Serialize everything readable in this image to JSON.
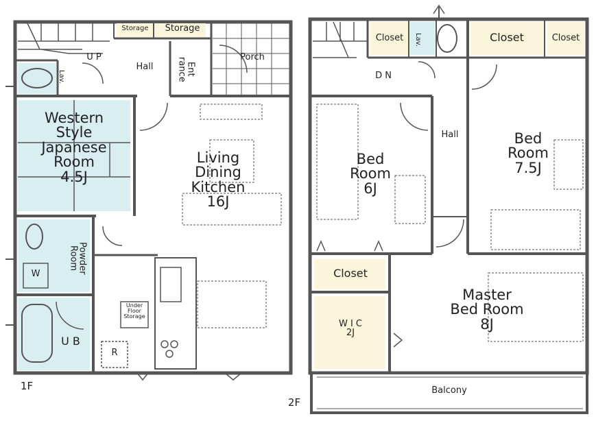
{
  "floor1": {
    "label": "1F",
    "rooms": {
      "storage_a": "Storage",
      "storage_b": "Storage",
      "up": "U P",
      "hall": "Hall",
      "entrance": "Ent\nrance",
      "porch": "Porch",
      "lav": "Lav.",
      "western": "Western\nStyle\nJapanese\nRoom\n4.5J",
      "ldk": "Living\nDining\nKitchen\n16J",
      "powder": "Powder\nRoom",
      "washer": "W",
      "underfloor": "Under\nFloor\nStorage",
      "fridge": "R",
      "ub": "U B"
    }
  },
  "floor2": {
    "label": "2F",
    "rooms": {
      "closet_a": "Closet",
      "lav": "Lav.",
      "closet_b": "Closet",
      "closet_c": "Closet",
      "dn": "D N",
      "hall": "Hall",
      "bed6": "Bed\nRoom\n6J",
      "bed75": "Bed\nRoom\n7.5J",
      "closet_d": "Closet",
      "wic": "W I C\n2J",
      "master": "Master\nBed Room\n8J",
      "balcony": "Balcony"
    }
  },
  "colors": {
    "wall": "#555555",
    "wet_area": "#d8eef0",
    "storage": "#fbf5dc"
  }
}
